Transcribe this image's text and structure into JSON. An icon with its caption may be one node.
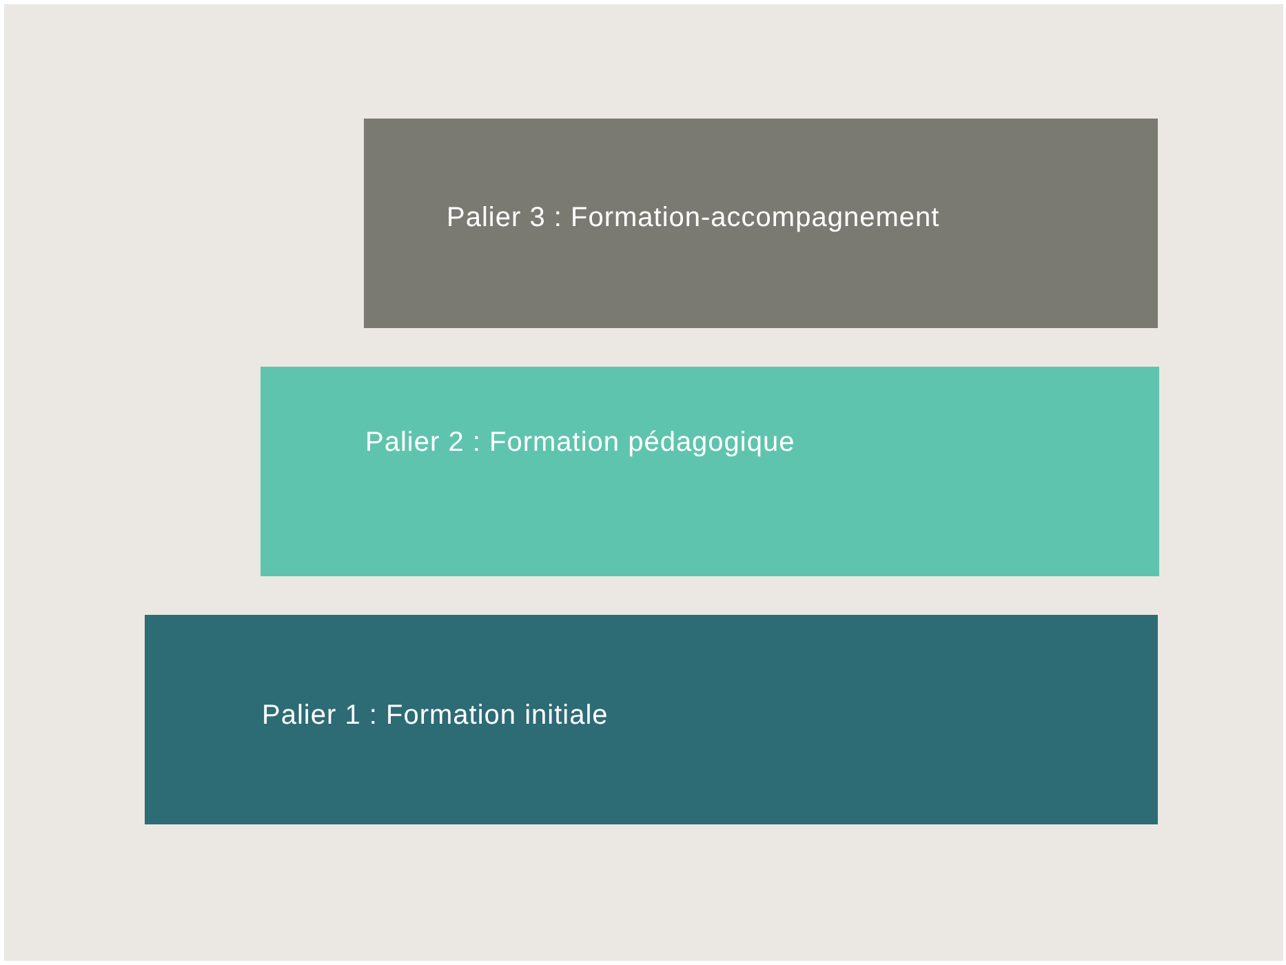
{
  "diagram": {
    "nodes": [
      {
        "text": [
          "Palier 3 : Formation-accompagnement"
        ]
      },
      {
        "text": [
          "Palier 2 : Formation pédagogique"
        ]
      },
      {
        "text": [
          "Palier 1 : Formation initiale"
        ]
      }
    ],
    "edges": []
  }
}
